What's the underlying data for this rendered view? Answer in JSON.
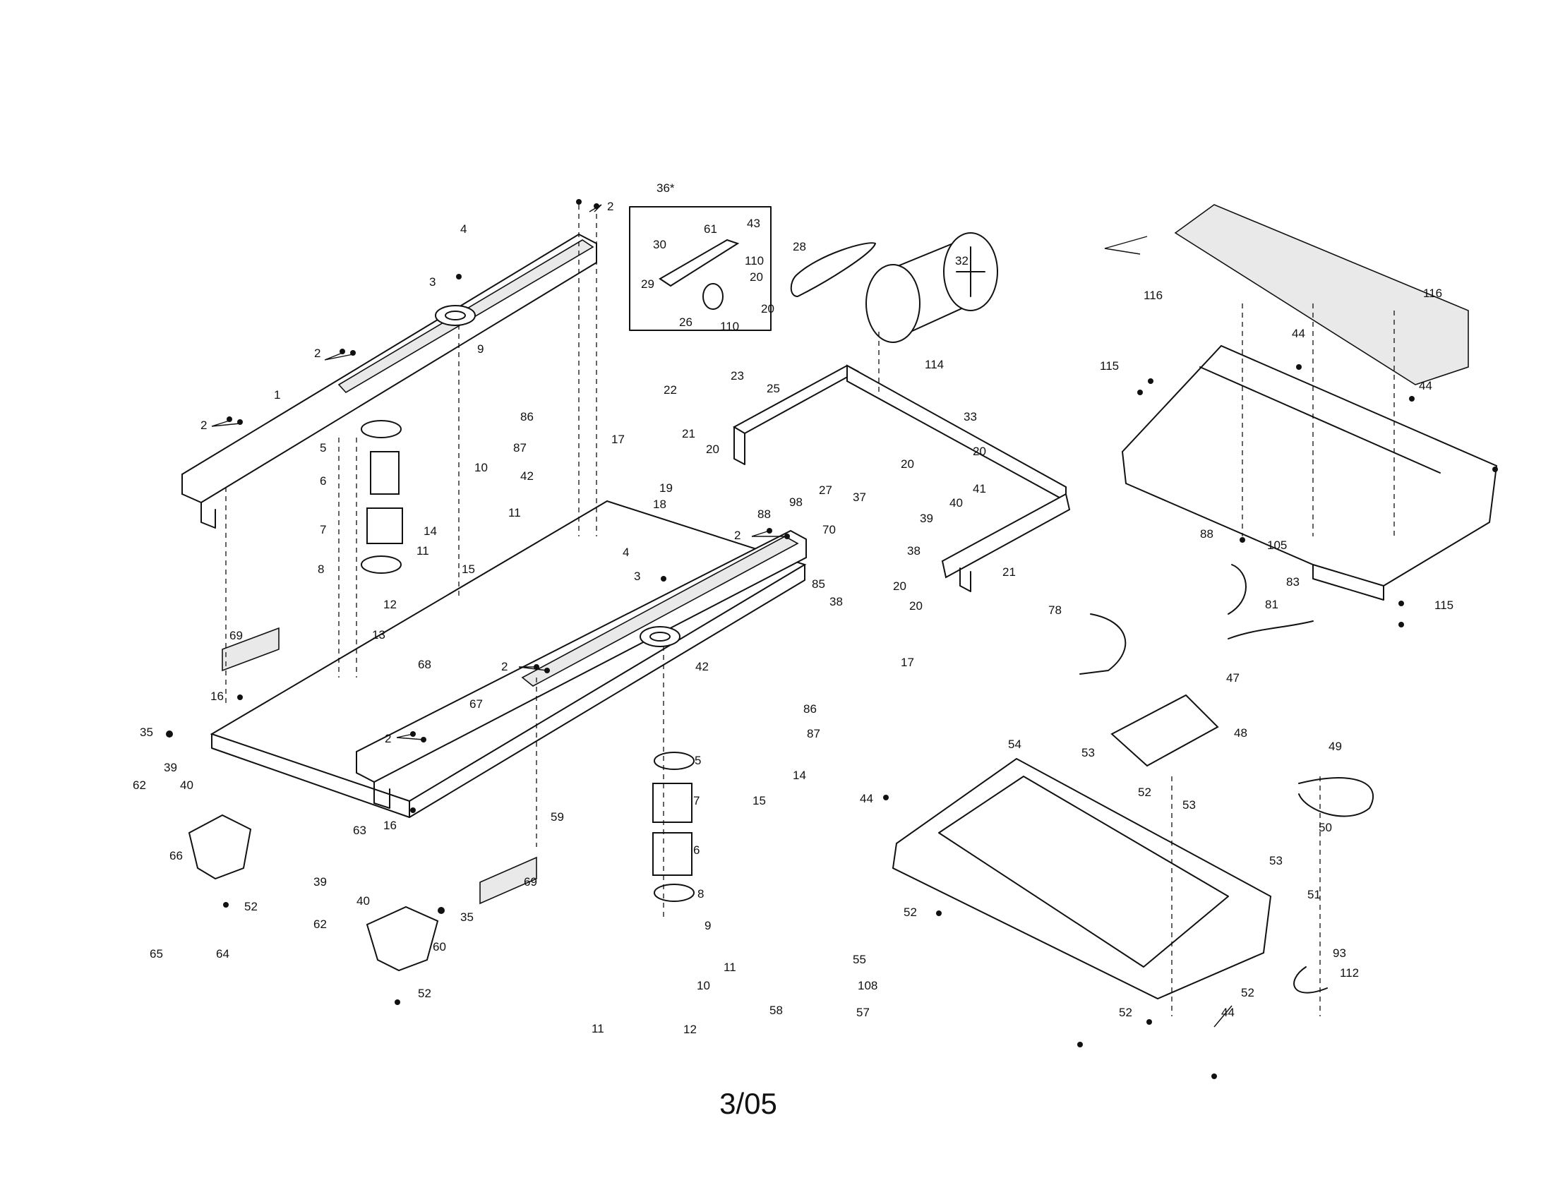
{
  "diagram": {
    "footer_date": "3/05",
    "inset_title": "36*",
    "part_labels": {
      "l1": "1",
      "l2a": "2",
      "l2b": "2",
      "l2c": "2",
      "l2d": "2",
      "l2e": "2",
      "l2f": "2",
      "l3a": "3",
      "l3b": "3",
      "l4a": "4",
      "l4b": "4",
      "l5a": "5",
      "l5b": "5",
      "l6a": "6",
      "l6b": "6",
      "l7a": "7",
      "l7b": "7",
      "l8a": "8",
      "l8b": "8",
      "l9a": "9",
      "l9b": "9",
      "l10a": "10",
      "l10b": "10",
      "l11a": "11",
      "l11b": "11",
      "l11c": "11",
      "l11d": "11",
      "l12a": "12",
      "l12b": "12",
      "l13": "13",
      "l14a": "14",
      "l14b": "14",
      "l15a": "15",
      "l15b": "15",
      "l16a": "16",
      "l16b": "16",
      "l17a": "17",
      "l17b": "17",
      "l18": "18",
      "l19": "19",
      "l20a": "20",
      "l20b": "20",
      "l20c": "20",
      "l20d": "20",
      "l20e": "20",
      "l20f": "20",
      "l20g": "20",
      "l21a": "21",
      "l21b": "21",
      "l22": "22",
      "l23": "23",
      "l25": "25",
      "l26": "26",
      "l27": "27",
      "l28": "28",
      "l29": "29",
      "l30": "30",
      "l32": "32",
      "l33": "33",
      "l35a": "35",
      "l35b": "35",
      "l37": "37",
      "l38a": "38",
      "l38b": "38",
      "l39a": "39",
      "l39b": "39",
      "l39c": "39",
      "l40a": "40",
      "l40b": "40",
      "l40c": "40",
      "l41": "41",
      "l42a": "42",
      "l42b": "42",
      "l43": "43",
      "l44a": "44",
      "l44b": "44",
      "l44c": "44",
      "l44d": "44",
      "l47": "47",
      "l48": "48",
      "l49": "49",
      "l50": "50",
      "l51": "51",
      "l52a": "52",
      "l52b": "52",
      "l52c": "52",
      "l52d": "52",
      "l52e": "52",
      "l52f": "52",
      "l53a": "53",
      "l53b": "53",
      "l53c": "53",
      "l54": "54",
      "l55": "55",
      "l57": "57",
      "l58": "58",
      "l59": "59",
      "l60": "60",
      "l61": "61",
      "l62a": "62",
      "l62b": "62",
      "l63": "63",
      "l64": "64",
      "l65": "65",
      "l66": "66",
      "l67": "67",
      "l68": "68",
      "l69a": "69",
      "l69b": "69",
      "l70": "70",
      "l78": "78",
      "l81": "81",
      "l83": "83",
      "l85": "85",
      "l86a": "86",
      "l86b": "86",
      "l87a": "87",
      "l87b": "87",
      "l88a": "88",
      "l88b": "88",
      "l93": "93",
      "l98": "98",
      "l105": "105",
      "l108": "108",
      "l110a": "110",
      "l110b": "110",
      "l112": "112",
      "l114": "114",
      "l115a": "115",
      "l115b": "115",
      "l116": "116"
    }
  }
}
